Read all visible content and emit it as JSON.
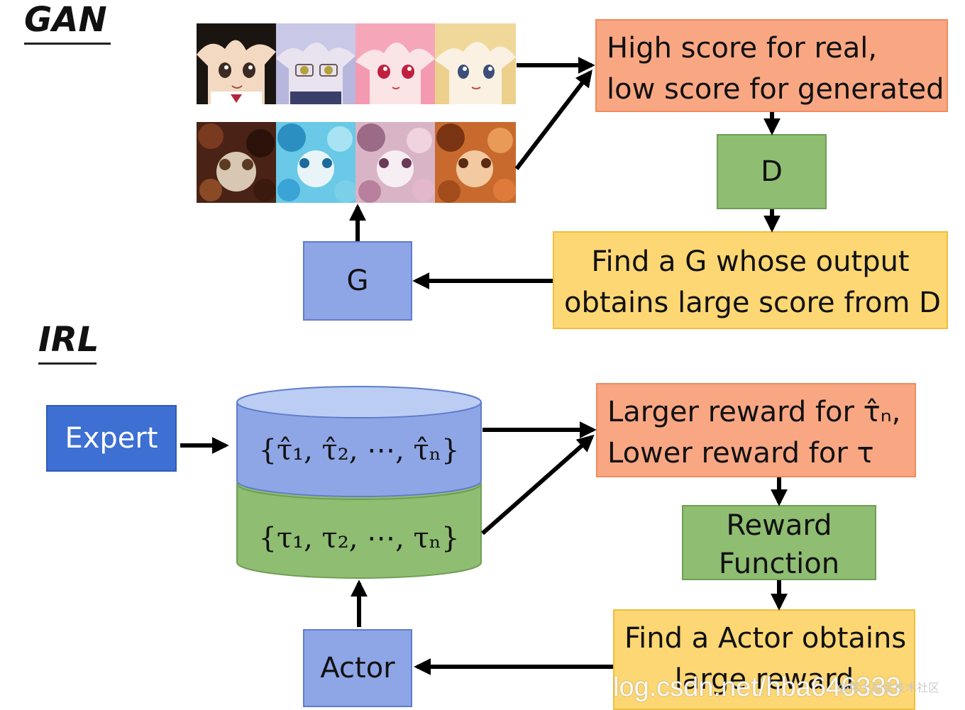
{
  "gan": {
    "title": "GAN",
    "real_images": [
      "anime-girl-dark-hair",
      "anime-girl-silver-hair-glasses",
      "anime-girl-pink-hair",
      "anime-girl-blonde-hair"
    ],
    "generated_images": [
      "noisy-generated-face-1",
      "noisy-generated-face-2",
      "noisy-generated-face-3",
      "noisy-generated-face-4"
    ],
    "score_box": {
      "line1": "High score for real,",
      "line2": "low score for generated"
    },
    "d_label": "D",
    "find_g_box": {
      "line1": "Find a G whose output",
      "line2": "obtains large score from D"
    },
    "g_label": "G"
  },
  "irl": {
    "title": "IRL",
    "expert_label": "Expert",
    "expert_trajectories": "{τ̂₁, τ̂₂, ⋯, τ̂ₙ}",
    "actor_trajectories": "{τ₁, τ₂, ⋯, τₙ}",
    "reward_box": {
      "line1": "Larger reward for τ̂ₙ,",
      "line2": "Lower reward for τ"
    },
    "reward_function": {
      "line1": "Reward",
      "line2": "Function"
    },
    "find_actor_box": {
      "line1": "Find a Actor obtains",
      "line2": "large reward"
    },
    "actor_label": "Actor"
  },
  "watermark": {
    "main": "log.csdn.net/hba646333",
    "corner": "@稀土掘金技术社区"
  },
  "colors": {
    "orange": "#f9a783",
    "green": "#8fbd72",
    "yellow": "#fdd773",
    "blue": "#8ea6e6",
    "expert_blue": "#3e6fd2"
  }
}
